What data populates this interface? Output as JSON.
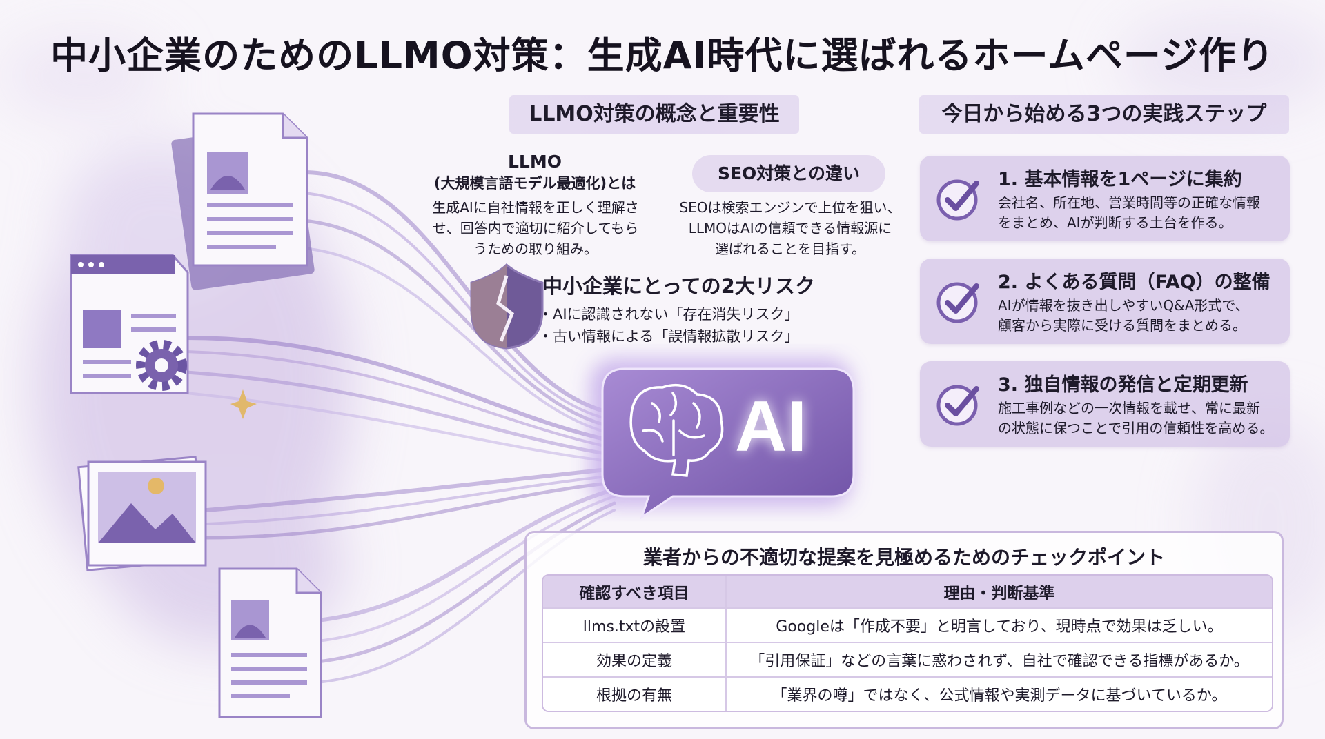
{
  "title": "中小企業のためのLLMO対策：生成AI時代に選ばれるホームページ作り",
  "concept": {
    "banner": "LLMO対策の概念と重要性",
    "llmo_heading": "LLMO",
    "llmo_subheading": "(大規模言語モデル最適化)とは",
    "llmo_body": [
      "生成AIに自社情報を正しく理解さ",
      "せ、回答内で適切に紹介してもら",
      "うための取り組み。"
    ],
    "seo_heading": "SEO対策との違い",
    "seo_body": [
      "SEOは検索エンジンで上位を狙い、",
      "LLMOはAIの信頼できる情報源に",
      "選ばれることを目指す。"
    ]
  },
  "risks": {
    "title": "中小企業にとっての2大リスク",
    "items": [
      "・AIに認識されない「存在消失リスク」",
      "・古い情報による「誤情報拡散リスク」"
    ]
  },
  "ai_badge": "AI",
  "steps": {
    "banner": "今日から始める3つの実践ステップ",
    "items": [
      {
        "title": "1. 基本情報を1ページに集約",
        "desc": [
          "会社名、所在地、営業時間等の正確な情報",
          "をまとめ、AIが判断する土台を作る。"
        ]
      },
      {
        "title": "2. よくある質問（FAQ）の整備",
        "desc": [
          "AIが情報を抜き出しやすいQ&A形式で、",
          "顧客から実際に受ける質問をまとめる。"
        ]
      },
      {
        "title": "3. 独自情報の発信と定期更新",
        "desc": [
          "施工事例などの一次情報を載せ、常に最新",
          "の状態に保つことで引用の信頼性を高める。"
        ]
      }
    ]
  },
  "checkpoints": {
    "title": "業者からの不適切な提案を見極めるためのチェックポイント",
    "headers": [
      "確認すべき項目",
      "理由・判断基準"
    ],
    "rows": [
      [
        "llms.txtの設置",
        "Googleは「作成不要」と明言しており、現時点で効果は乏しい。"
      ],
      [
        "効果の定義",
        "「引用保証」などの言葉に惑わされず、自社で確認できる指標があるか。"
      ],
      [
        "根拠の有無",
        "「業界の噂」ではなく、公式情報や実測データに基づいているか。"
      ]
    ]
  },
  "colors": {
    "accent": "#7a5fae",
    "panel": "#cdbce4",
    "ai_bubble": "#8c6cc0",
    "dark_text": "#1e1a2a"
  },
  "icons": [
    "document-icon",
    "browser-window-icon",
    "gear-icon",
    "photo-stack-icon",
    "broken-shield-icon",
    "brain-icon",
    "check-icon",
    "sparkle-icon"
  ]
}
